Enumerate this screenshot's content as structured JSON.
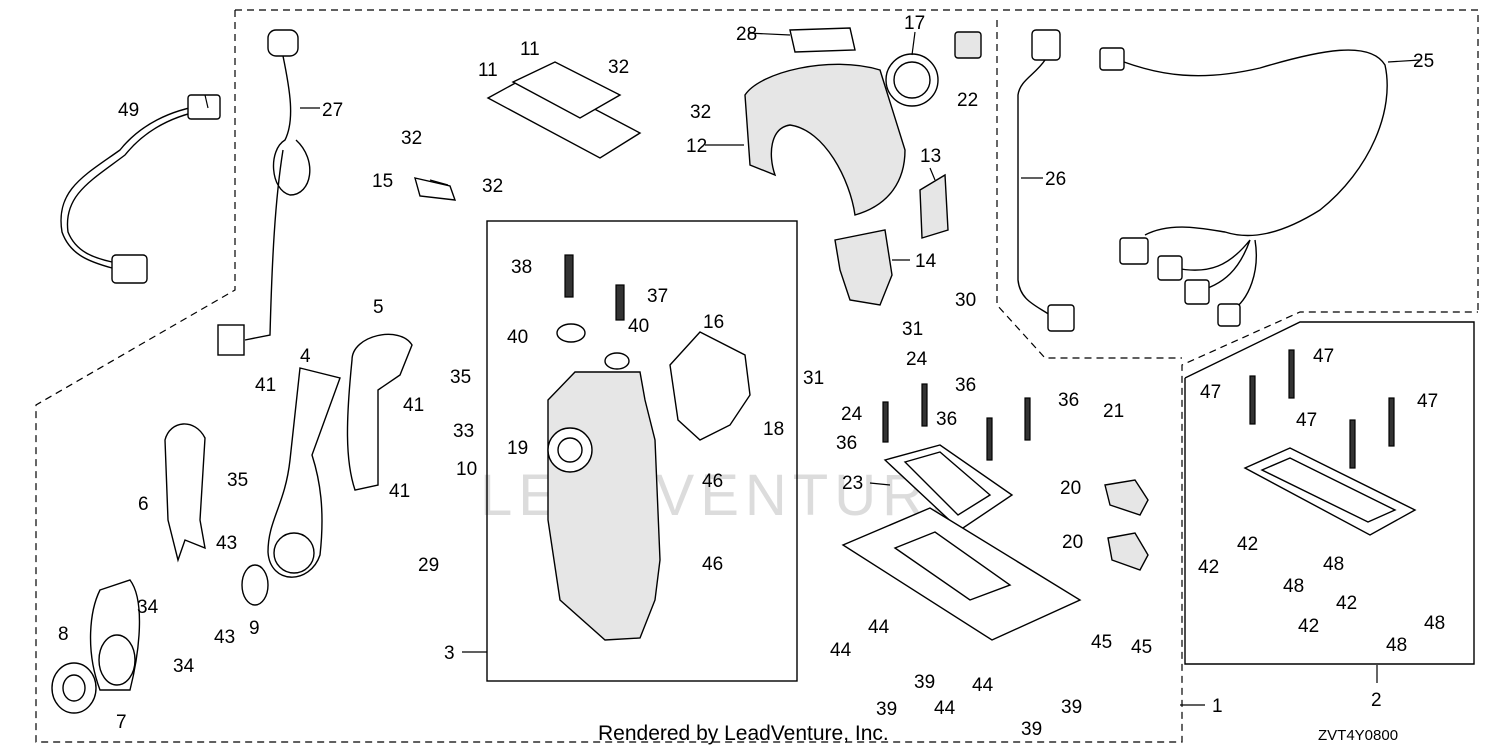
{
  "diagram": {
    "footer_text": "Rendered by LeadVenture, Inc.",
    "drawing_code": "ZVT4Y0800",
    "watermark_text": "LEADVENTURE",
    "callouts": [
      {
        "id": "c1",
        "label": "1"
      },
      {
        "id": "c2",
        "label": "2"
      },
      {
        "id": "c3",
        "label": "3"
      },
      {
        "id": "c4",
        "label": "4"
      },
      {
        "id": "c5",
        "label": "5"
      },
      {
        "id": "c6",
        "label": "6"
      },
      {
        "id": "c7",
        "label": "7"
      },
      {
        "id": "c8",
        "label": "8"
      },
      {
        "id": "c9",
        "label": "9"
      },
      {
        "id": "c10",
        "label": "10"
      },
      {
        "id": "c11a",
        "label": "11"
      },
      {
        "id": "c11b",
        "label": "11"
      },
      {
        "id": "c12",
        "label": "12"
      },
      {
        "id": "c13",
        "label": "13"
      },
      {
        "id": "c14",
        "label": "14"
      },
      {
        "id": "c15",
        "label": "15"
      },
      {
        "id": "c16",
        "label": "16"
      },
      {
        "id": "c17",
        "label": "17"
      },
      {
        "id": "c18",
        "label": "18"
      },
      {
        "id": "c19",
        "label": "19"
      },
      {
        "id": "c20a",
        "label": "20"
      },
      {
        "id": "c20b",
        "label": "20"
      },
      {
        "id": "c21",
        "label": "21"
      },
      {
        "id": "c22",
        "label": "22"
      },
      {
        "id": "c23",
        "label": "23"
      },
      {
        "id": "c24a",
        "label": "24"
      },
      {
        "id": "c24b",
        "label": "24"
      },
      {
        "id": "c25",
        "label": "25"
      },
      {
        "id": "c26",
        "label": "26"
      },
      {
        "id": "c27",
        "label": "27"
      },
      {
        "id": "c28",
        "label": "28"
      },
      {
        "id": "c29",
        "label": "29"
      },
      {
        "id": "c30",
        "label": "30"
      },
      {
        "id": "c31a",
        "label": "31"
      },
      {
        "id": "c31b",
        "label": "31"
      },
      {
        "id": "c32a",
        "label": "32"
      },
      {
        "id": "c32b",
        "label": "32"
      },
      {
        "id": "c32c",
        "label": "32"
      },
      {
        "id": "c32d",
        "label": "32"
      },
      {
        "id": "c33",
        "label": "33"
      },
      {
        "id": "c34a",
        "label": "34"
      },
      {
        "id": "c34b",
        "label": "34"
      },
      {
        "id": "c35a",
        "label": "35"
      },
      {
        "id": "c35b",
        "label": "35"
      },
      {
        "id": "c36a",
        "label": "36"
      },
      {
        "id": "c36b",
        "label": "36"
      },
      {
        "id": "c36c",
        "label": "36"
      },
      {
        "id": "c36d",
        "label": "36"
      },
      {
        "id": "c37",
        "label": "37"
      },
      {
        "id": "c38",
        "label": "38"
      },
      {
        "id": "c39a",
        "label": "39"
      },
      {
        "id": "c39b",
        "label": "39"
      },
      {
        "id": "c39c",
        "label": "39"
      },
      {
        "id": "c39d",
        "label": "39"
      },
      {
        "id": "c40a",
        "label": "40"
      },
      {
        "id": "c40b",
        "label": "40"
      },
      {
        "id": "c41a",
        "label": "41"
      },
      {
        "id": "c41b",
        "label": "41"
      },
      {
        "id": "c41c",
        "label": "41"
      },
      {
        "id": "c42a",
        "label": "42"
      },
      {
        "id": "c42b",
        "label": "42"
      },
      {
        "id": "c42c",
        "label": "42"
      },
      {
        "id": "c42d",
        "label": "42"
      },
      {
        "id": "c43a",
        "label": "43"
      },
      {
        "id": "c43b",
        "label": "43"
      },
      {
        "id": "c44a",
        "label": "44"
      },
      {
        "id": "c44b",
        "label": "44"
      },
      {
        "id": "c44c",
        "label": "44"
      },
      {
        "id": "c44d",
        "label": "44"
      },
      {
        "id": "c45a",
        "label": "45"
      },
      {
        "id": "c45b",
        "label": "45"
      },
      {
        "id": "c46a",
        "label": "46"
      },
      {
        "id": "c46b",
        "label": "46"
      },
      {
        "id": "c47a",
        "label": "47"
      },
      {
        "id": "c47b",
        "label": "47"
      },
      {
        "id": "c47c",
        "label": "47"
      },
      {
        "id": "c47d",
        "label": "47"
      },
      {
        "id": "c48a",
        "label": "48"
      },
      {
        "id": "c48b",
        "label": "48"
      },
      {
        "id": "c48c",
        "label": "48"
      },
      {
        "id": "c48d",
        "label": "48"
      },
      {
        "id": "c49",
        "label": "49"
      }
    ]
  }
}
